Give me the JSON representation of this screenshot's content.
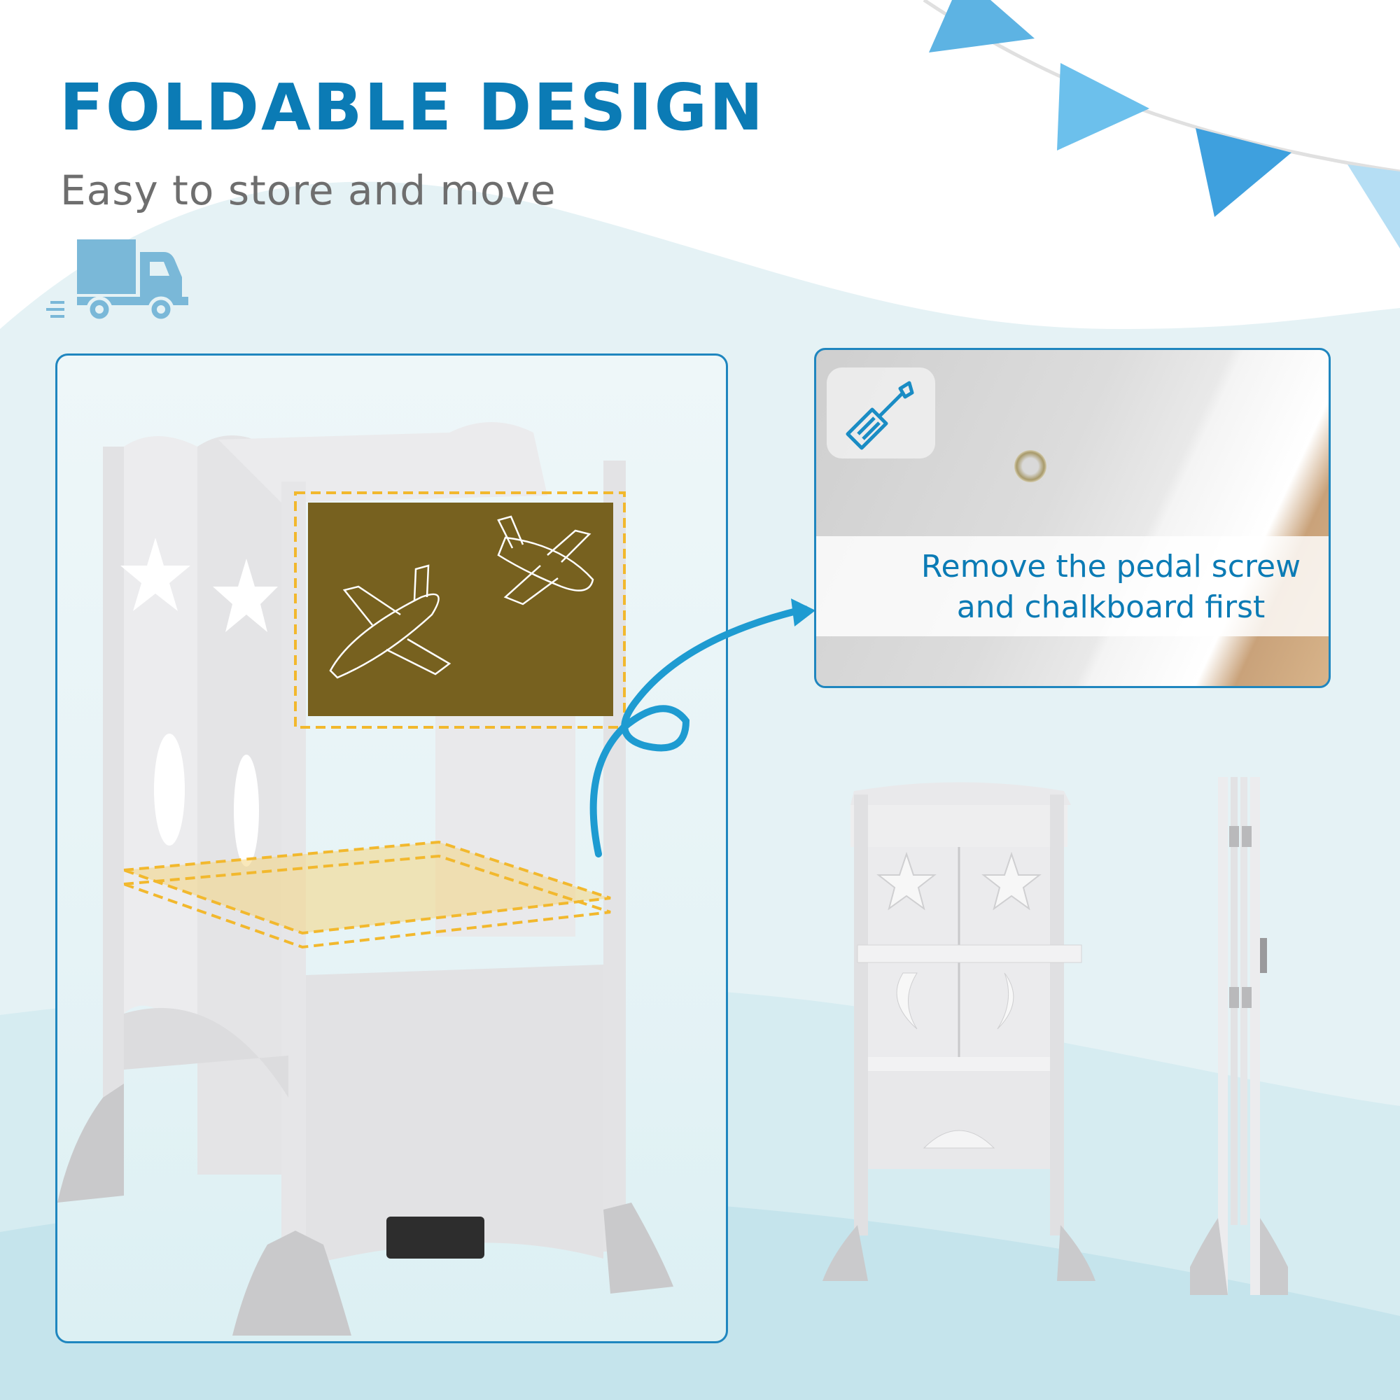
{
  "header": {
    "title": "FOLDABLE DESIGN",
    "subtitle": "Easy to store and move",
    "icon": "delivery-truck-icon"
  },
  "colors": {
    "accent": "#0b7bb5",
    "subtitle": "#6e6e6e",
    "truck": "#7ab8d8",
    "panel_border": "#1f86bf",
    "chalkboard": "#77611f",
    "highlight_dash": "#f2b82d",
    "background_wave": "#e3f1f4"
  },
  "left_panel": {
    "image": "learning-tower-unfolded",
    "highlights": [
      "chalkboard-outline",
      "step-platform-outline"
    ]
  },
  "callout": {
    "icon": "screwdriver-icon",
    "line1": "Remove the pedal screw",
    "line2": "and chalkboard first"
  },
  "folded_views": [
    "front-folded-view",
    "side-folded-view"
  ]
}
